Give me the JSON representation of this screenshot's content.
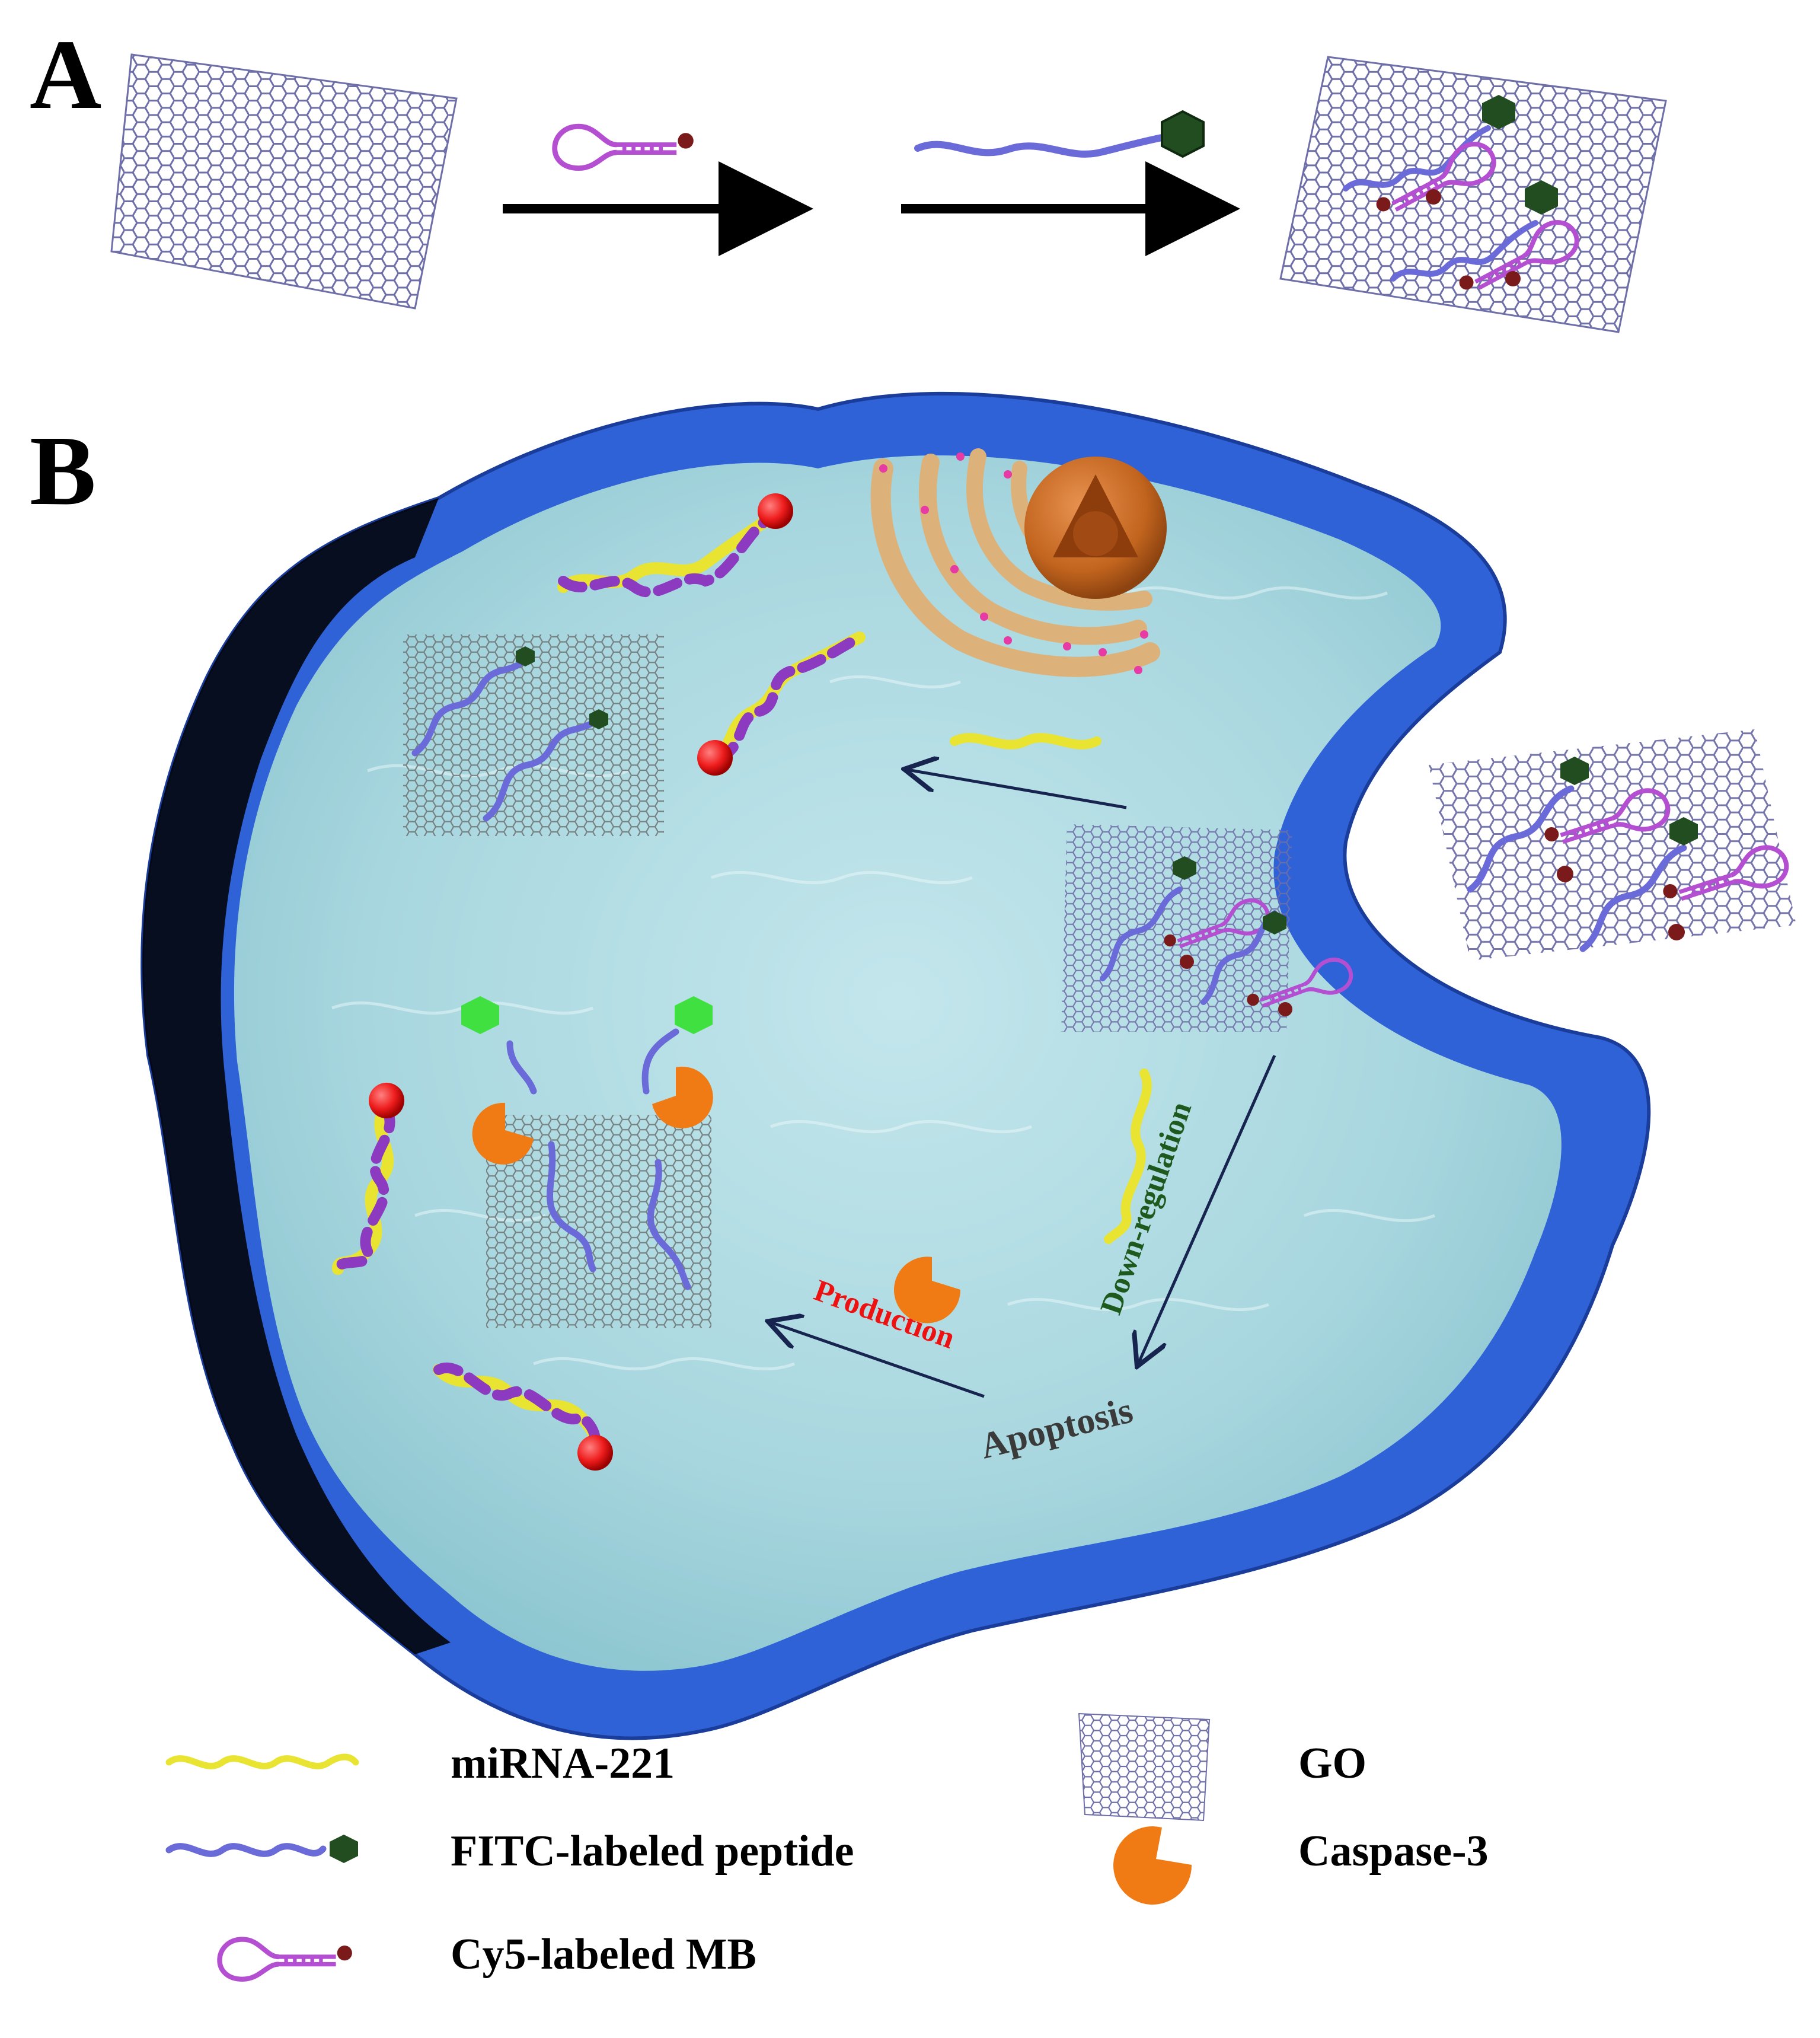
{
  "panels": {
    "a_label": "A",
    "b_label": "B"
  },
  "cell_labels": {
    "production": "Production",
    "down_regulation": "Down-regulation",
    "apoptosis": "Apoptosis"
  },
  "legend": {
    "mirna": "miRNA-221",
    "peptide": "FITC-labeled  peptide",
    "mb": "Cy5-labeled  MB",
    "go": "GO",
    "caspase": "Caspase-3"
  },
  "colors": {
    "membrane": "#2f62d6",
    "cytoplasm": "#a6d6de",
    "go_lattice": "#6e6ea8",
    "mb": "#b44fd1",
    "peptide": "#6a6ad8",
    "fitc": "#214d21",
    "fitc_bright": "#3fe03f",
    "cy5": "#7a1a1a",
    "mirna_yellow": "#e8e431",
    "mirna_purple": "#8c3ac0",
    "caspase": "#f07a14",
    "red_bead": "#ee1c1c",
    "golgi": "#ddb27a",
    "nucleus": "#c1641e",
    "label_red": "#ee1111",
    "label_green": "#1e5a1e",
    "label_gray": "#3a3a3a",
    "arrow": "#17244f"
  }
}
